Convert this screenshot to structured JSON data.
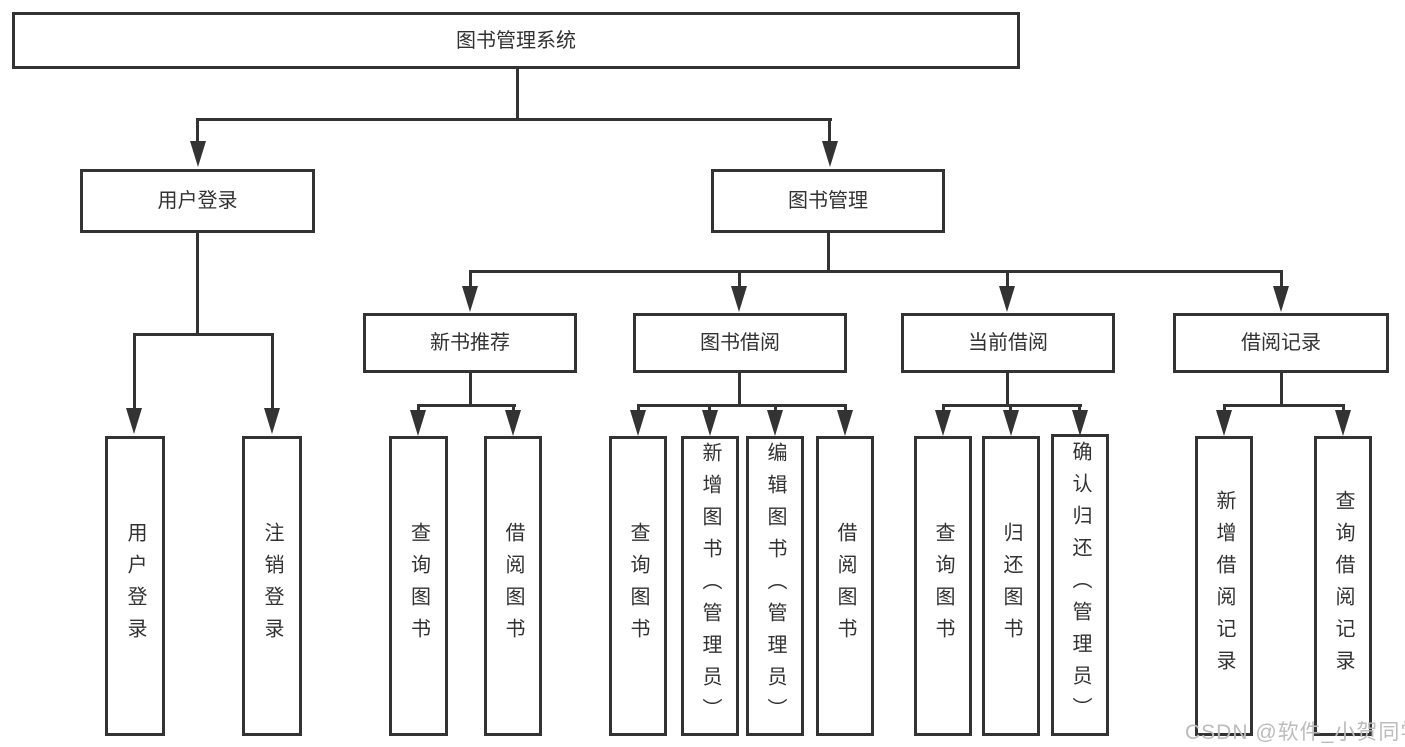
{
  "tree": {
    "root": {
      "label": "图书管理系统"
    },
    "branches": [
      {
        "label": "用户登录",
        "children": [
          {
            "label": "用户登录"
          },
          {
            "label": "注销登录"
          }
        ]
      },
      {
        "label": "图书管理",
        "children": [
          {
            "label": "新书推荐",
            "children": [
              {
                "label": "查询图书"
              },
              {
                "label": "借阅图书"
              }
            ]
          },
          {
            "label": "图书借阅",
            "children": [
              {
                "label": "查询图书"
              },
              {
                "label": "新增图书（管理员）"
              },
              {
                "label": "编辑图书（管理员）"
              },
              {
                "label": "借阅图书"
              }
            ]
          },
          {
            "label": "当前借阅",
            "children": [
              {
                "label": "查询图书"
              },
              {
                "label": "归还图书"
              },
              {
                "label": "确认归还（管理员）"
              }
            ]
          },
          {
            "label": "借阅记录",
            "children": [
              {
                "label": "新增借阅记录"
              },
              {
                "label": "查询借阅记录"
              }
            ]
          }
        ]
      }
    ]
  },
  "watermark": "CSDN @软件_小贺同学",
  "colors": {
    "line": "#333333",
    "text": "#323232",
    "watermark": "#bcbcbc",
    "background": "#ffffff"
  }
}
